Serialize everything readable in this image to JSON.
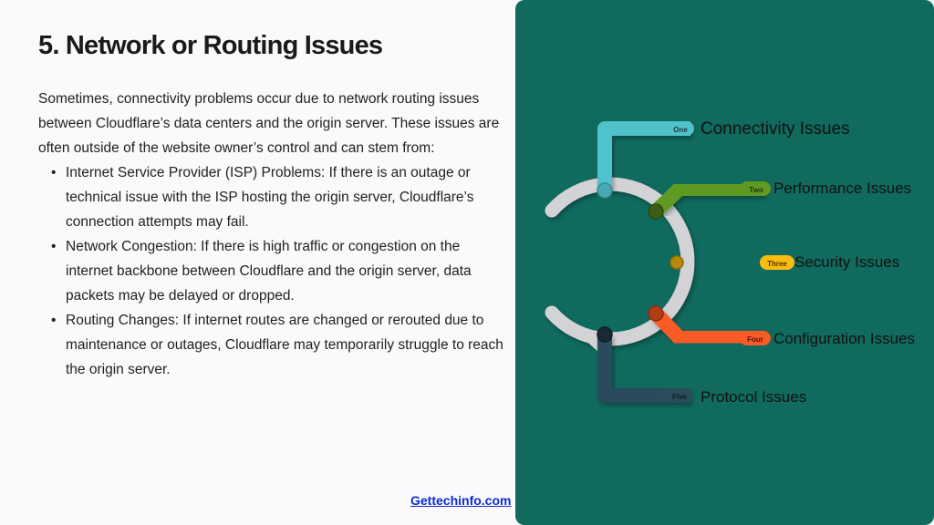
{
  "page": {
    "title": "5. Network or Routing Issues",
    "intro": "Sometimes, connectivity problems occur due to network routing issues between Cloudflare’s data centers and the origin server. These issues are often outside of the website owner’s control and can stem from:",
    "bullets": [
      "Internet Service Provider (ISP) Problems: If there is an outage or technical issue with the ISP hosting the origin server, Cloudflare’s connection attempts may fail.",
      "Network Congestion: If there is high traffic or congestion on the internet backbone between Cloudflare and the origin server, data packets may be delayed or dropped.",
      "Routing Changes: If internet routes are changed or rerouted due to maintenance or outages, Cloudflare may temporarily struggle to reach the origin server."
    ],
    "footer_link": "Gettechinfo.com"
  },
  "diagram": {
    "panel_color": "#106a5e",
    "items": [
      {
        "tag": "One",
        "label": "Connectivity Issues",
        "color": "#4fc2cc"
      },
      {
        "tag": "Two",
        "label": "Performance Issues",
        "color": "#5f9a22"
      },
      {
        "tag": "Three",
        "label": "Security Issues",
        "color": "#fbbc10"
      },
      {
        "tag": "Four",
        "label": "Configuration Issues",
        "color": "#fa5a28"
      },
      {
        "tag": "Five",
        "label": "Protocol Issues",
        "color": "#2b4c5b"
      }
    ]
  }
}
